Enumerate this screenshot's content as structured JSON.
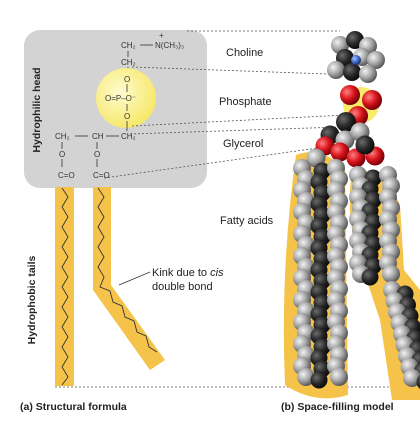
{
  "structural": {
    "head_label": "Hydrophilic head",
    "tails_label": "Hydrophobic tails",
    "choline_formula_ch2": "CH₂",
    "choline_formula_n": "N(CH₃)₃",
    "choline_charge": "+",
    "ch2_lower": "CH₂",
    "phosphate_o_top": "O",
    "phosphate_core": "O=P–O⁻",
    "phosphate_o_bottom": "O",
    "glycerol_left": "CH₂",
    "glycerol_mid": "CH",
    "glycerol_right": "CH₂",
    "ester_o_left": "O",
    "ester_o_right": "O",
    "carbonyl_left": "C=O",
    "carbonyl_right": "C=O"
  },
  "labels": {
    "choline": "Choline",
    "phosphate": "Phosphate",
    "glycerol": "Glycerol",
    "fatty_acids": "Fatty acids",
    "kink": "Kink due to ",
    "kink_italic": "cis",
    "kink_line2": "double bond"
  },
  "captions": {
    "a": "(a) Structural formula",
    "b": "(b) Space-filling model"
  },
  "colors": {
    "head_box": "#d3d3d3",
    "phosphate_circle": "#f7f07a",
    "tail_band": "#f6c34a",
    "atom_gray": "#a9a9a9",
    "atom_dark": "#2a2a2a",
    "atom_red": "#d9141c",
    "atom_blue": "#3a68c8"
  }
}
